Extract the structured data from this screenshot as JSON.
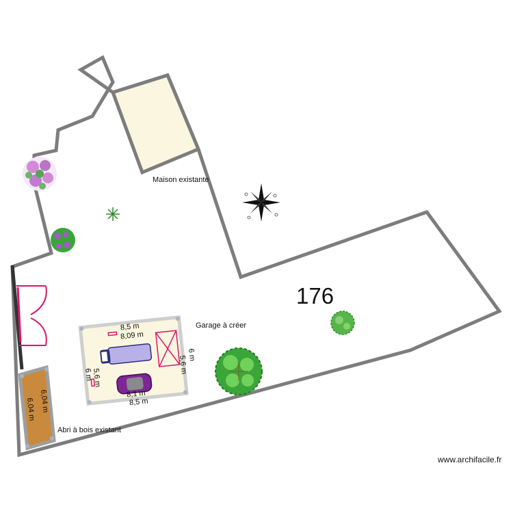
{
  "plan": {
    "area_number": "176",
    "labels": {
      "house": "Maison existante",
      "garage": "Garage à créer",
      "shed": "Abri à bois existant"
    },
    "dimensions": {
      "garage_top_outer": "8,5 m",
      "garage_top_inner": "8,09 m",
      "garage_bottom_inner": "8,1 m",
      "garage_bottom_outer": "8,5 m",
      "garage_right_inner": "5,6 m",
      "garage_right_outer": "6 m",
      "garage_left_inner": "5,6 m",
      "garage_left_outer": "6 m",
      "shed_inner": "6,04 m",
      "shed_outer": "6,04 m"
    },
    "watermark": "www.archifacile.fr",
    "colors": {
      "wall": "#7d7d7d",
      "house_fill": "#fbf6df",
      "garage_fill": "#fbf6df",
      "shed_fill": "#c98a3d",
      "door": "#d6166c",
      "van": "#b7b1e8",
      "car": "#7d2796",
      "tree_green": "#3aa63a",
      "flower_pink": "#d18ad6"
    }
  }
}
